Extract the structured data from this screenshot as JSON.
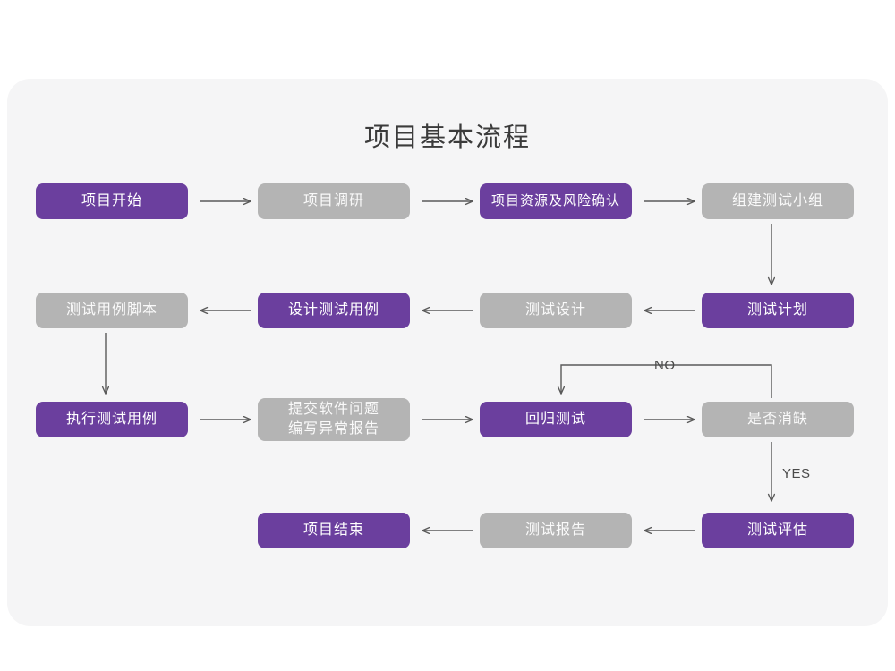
{
  "page": {
    "title": "项目基本流程",
    "background_color": "#ffffff",
    "card_color": "#f5f5f6",
    "accent_purple": "#6b3f9e",
    "accent_gray": "#b4b4b4",
    "arrow_color": "#5a5a5a"
  },
  "chart_data": {
    "type": "diagram",
    "title": "项目基本流程",
    "nodes": [
      {
        "id": "n1",
        "label": "项目开始",
        "color": "purple",
        "row": 1,
        "col": 1
      },
      {
        "id": "n2",
        "label": "项目调研",
        "color": "gray",
        "row": 1,
        "col": 2
      },
      {
        "id": "n3",
        "label": "项目资源及风险确认",
        "color": "purple",
        "row": 1,
        "col": 3
      },
      {
        "id": "n4",
        "label": "组建测试小组",
        "color": "gray",
        "row": 1,
        "col": 4
      },
      {
        "id": "n5",
        "label": "测试用例脚本",
        "color": "gray",
        "row": 2,
        "col": 1
      },
      {
        "id": "n6",
        "label": "设计测试用例",
        "color": "purple",
        "row": 2,
        "col": 2
      },
      {
        "id": "n7",
        "label": "测试设计",
        "color": "gray",
        "row": 2,
        "col": 3
      },
      {
        "id": "n8",
        "label": "测试计划",
        "color": "purple",
        "row": 2,
        "col": 4
      },
      {
        "id": "n9",
        "label": "执行测试用例",
        "color": "purple",
        "row": 3,
        "col": 1
      },
      {
        "id": "n10",
        "label": "提交软件问题\n编写异常报告",
        "color": "gray",
        "row": 3,
        "col": 2
      },
      {
        "id": "n11",
        "label": "回归测试",
        "color": "purple",
        "row": 3,
        "col": 3
      },
      {
        "id": "n12",
        "label": "是否消缺",
        "color": "gray",
        "row": 3,
        "col": 4
      },
      {
        "id": "n13",
        "label": "项目结束",
        "color": "purple",
        "row": 4,
        "col": 2
      },
      {
        "id": "n14",
        "label": "测试报告",
        "color": "gray",
        "row": 4,
        "col": 3
      },
      {
        "id": "n15",
        "label": "测试评估",
        "color": "purple",
        "row": 4,
        "col": 4
      }
    ],
    "edges": [
      {
        "from": "n1",
        "to": "n2",
        "dir": "right",
        "label": ""
      },
      {
        "from": "n2",
        "to": "n3",
        "dir": "right",
        "label": ""
      },
      {
        "from": "n3",
        "to": "n4",
        "dir": "right",
        "label": ""
      },
      {
        "from": "n4",
        "to": "n8",
        "dir": "down",
        "label": ""
      },
      {
        "from": "n8",
        "to": "n7",
        "dir": "left",
        "label": ""
      },
      {
        "from": "n7",
        "to": "n6",
        "dir": "left",
        "label": ""
      },
      {
        "from": "n6",
        "to": "n5",
        "dir": "left",
        "label": ""
      },
      {
        "from": "n5",
        "to": "n9",
        "dir": "down",
        "label": ""
      },
      {
        "from": "n9",
        "to": "n10",
        "dir": "right",
        "label": ""
      },
      {
        "from": "n10",
        "to": "n11",
        "dir": "right",
        "label": ""
      },
      {
        "from": "n11",
        "to": "n12",
        "dir": "right",
        "label": ""
      },
      {
        "from": "n12",
        "to": "n11",
        "dir": "loop-up",
        "label": "NO"
      },
      {
        "from": "n12",
        "to": "n15",
        "dir": "down",
        "label": "YES"
      },
      {
        "from": "n15",
        "to": "n14",
        "dir": "left",
        "label": ""
      },
      {
        "from": "n14",
        "to": "n13",
        "dir": "left",
        "label": ""
      }
    ],
    "labels": {
      "no": "NO",
      "yes": "YES"
    }
  },
  "nodes": {
    "n1": "项目开始",
    "n2": "项目调研",
    "n3": "项目资源及风险确认",
    "n4": "组建测试小组",
    "n5": "测试用例脚本",
    "n6": "设计测试用例",
    "n7": "测试设计",
    "n8": "测试计划",
    "n9": "执行测试用例",
    "n10_line1": "提交软件问题",
    "n10_line2": "编写异常报告",
    "n11": "回归测试",
    "n12": "是否消缺",
    "n13": "项目结束",
    "n14": "测试报告",
    "n15": "测试评估"
  },
  "labels": {
    "no": "NO",
    "yes": "YES"
  }
}
